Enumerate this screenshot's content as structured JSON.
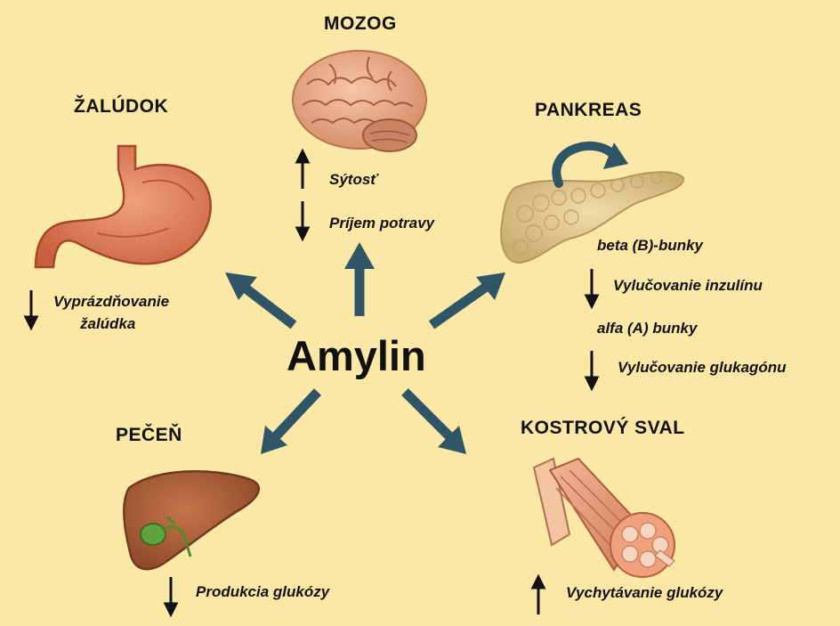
{
  "center": {
    "label": "Amylin"
  },
  "colors": {
    "background": "#fbe7a6",
    "arrow": "#2f5567",
    "text": "#111111"
  },
  "organs": {
    "brain": {
      "title": "MOZOG",
      "icon": "brain-icon",
      "effects": [
        {
          "text": "Sýtosť",
          "direction": "up"
        },
        {
          "text": "Príjem potravy",
          "direction": "down"
        }
      ]
    },
    "stomach": {
      "title": "ŽALÚDOK",
      "icon": "stomach-icon",
      "effects": [
        {
          "line1": "Vyprázdňovanie",
          "line2": "žalúdka",
          "direction": "down"
        }
      ]
    },
    "pancreas": {
      "title": "PANKREAS",
      "icon": "pancreas-icon",
      "groups": [
        {
          "cells": "beta (B)-bunky",
          "effect": "Vylučovanie inzulínu",
          "direction": "down"
        },
        {
          "cells": "alfa (A) bunky",
          "effect": "Vylučovanie glukagónu",
          "direction": "down"
        }
      ]
    },
    "liver": {
      "title": "PEČEŇ",
      "icon": "liver-icon",
      "effects": [
        {
          "text": "Produkcia glukózy",
          "direction": "down"
        }
      ]
    },
    "muscle": {
      "title": "KOSTROVÝ SVAL",
      "icon": "muscle-icon",
      "effects": [
        {
          "text": "Vychytávanie glukózy",
          "direction": "up"
        }
      ]
    }
  }
}
